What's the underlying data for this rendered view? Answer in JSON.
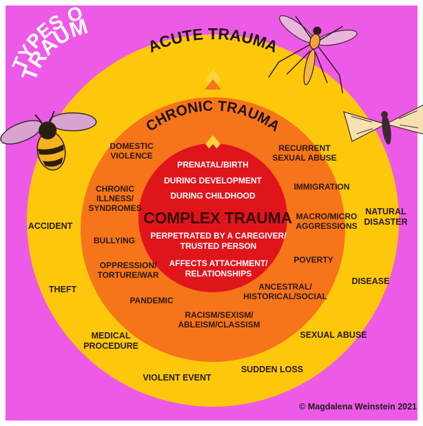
{
  "corner_title": {
    "line1": "TYPES OF",
    "line2": "TRAUMA"
  },
  "acute": {
    "title": "ACUTE TRAUMA",
    "items": [
      {
        "lines": [
          "ACCIDENT"
        ]
      },
      {
        "lines": [
          "THEFT"
        ]
      },
      {
        "lines": [
          "MEDICAL",
          "PROCEDURE"
        ]
      },
      {
        "lines": [
          "VIOLENT EVENT"
        ]
      },
      {
        "lines": [
          "SUDDEN LOSS"
        ]
      },
      {
        "lines": [
          "SEXUAL ABUSE"
        ]
      },
      {
        "lines": [
          "DISEASE"
        ]
      },
      {
        "lines": [
          "NATURAL",
          "DISASTER"
        ]
      }
    ]
  },
  "chronic": {
    "title": "CHRONIC TRAUMA",
    "items": [
      {
        "lines": [
          "DOMESTIC",
          "VIOLENCE"
        ]
      },
      {
        "lines": [
          "CHRONIC",
          "ILLNESS/",
          "SYNDROMES"
        ]
      },
      {
        "lines": [
          "BULLYING"
        ]
      },
      {
        "lines": [
          "OPPRESSION/",
          "TORTURE/WAR"
        ]
      },
      {
        "lines": [
          "PANDEMIC"
        ]
      },
      {
        "lines": [
          "RACISM/SEXISM/",
          "ABLEISM/CLASSISM"
        ]
      },
      {
        "lines": [
          "ANCESTRAL/",
          "HISTORICAL/SOCIAL"
        ]
      },
      {
        "lines": [
          "POVERTY"
        ]
      },
      {
        "lines": [
          "MACRO/MICRO",
          "AGGRESSIONS"
        ]
      },
      {
        "lines": [
          "IMMIGRATION"
        ]
      },
      {
        "lines": [
          "RECURRENT",
          "SEXUAL ABUSE"
        ]
      }
    ]
  },
  "complex": {
    "title": "COMPLEX TRAUMA",
    "items_top": [
      "PRENATAL/BIRTH",
      "DURING DEVELOPMENT",
      "DURING CHILDHOOD"
    ],
    "items_bottom": [
      {
        "lines": [
          "PERPETRATED BY A CAREGIVER/",
          "TRUSTED PERSON"
        ]
      },
      {
        "lines": [
          "AFFECTS ATTACHMENT/",
          "RELATIONSHIPS"
        ]
      }
    ]
  },
  "credit": "© Magdalena Weinstein 2021",
  "colors": {
    "background": "#ee5ae8",
    "outer_ring": "#fdc80c",
    "middle_ring": "#f6741a",
    "inner_circle": "#e0151c",
    "marker": "#fdd33a"
  },
  "icons": [
    "bee-icon",
    "mosquito-icon",
    "moth-icon"
  ]
}
